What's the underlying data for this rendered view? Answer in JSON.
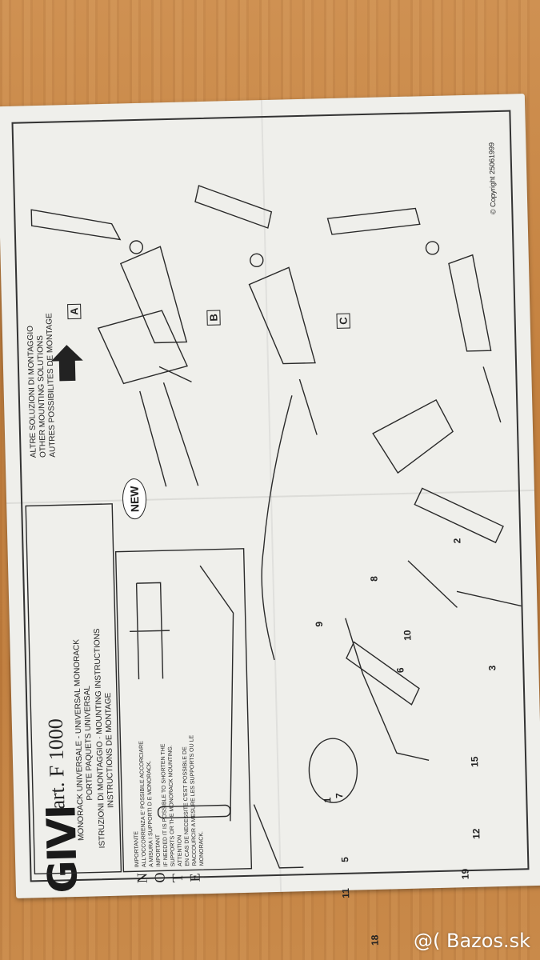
{
  "brand": {
    "logo": "GIVI"
  },
  "title_block": {
    "article": "art. F 1000",
    "line1": "MONORACK UNIVERSALE - UNIVERSAL MONORACK",
    "line2": "PORTE PAQUETS UNIVERSAL",
    "line3": "ISTRUZIONI DI MONTAGGIO · MOUNTING INSTRUCTIONS",
    "line4": "INSTRUCTIONS DE MONTAGE"
  },
  "note": {
    "letters": [
      "N",
      "O",
      "T",
      "E"
    ],
    "lines": [
      "IMPORTANTE",
      "ALL'OCCORRENZA E' POSSIBILE ACCORCIARE",
      "A MISURA I SUPPORTI D E MONORACK.",
      "IMPORTANT",
      "IF NEEDED IT IS POSSIBLE TO SHORTEN THE",
      "SUPPORTS OR THE MONORACK MOUNTING.",
      "ATTENTION",
      "EN CAS DE NECESSITE C'EST POSSIBLE DE",
      "RACCOURCIR A MESURE LES SUPPORTS OU LE",
      "MONORACK."
    ]
  },
  "other_solutions": {
    "line1": "ALTRE SOLUZIONI DI MONTAGGIO",
    "line2": "OTHER MOUNTING SOLUTIONS",
    "line3": "AUTRES POSSIBILITES DE MONTAGE"
  },
  "copyright": "© Copyright 25061999",
  "badge_new": "NEW",
  "variants": [
    "A",
    "B",
    "C"
  ],
  "part_numbers": [
    "1",
    "2",
    "3",
    "5",
    "6",
    "7",
    "8",
    "9",
    "10",
    "11",
    "12",
    "15",
    "18",
    "19"
  ],
  "watermark": "@( Bazos.sk"
}
